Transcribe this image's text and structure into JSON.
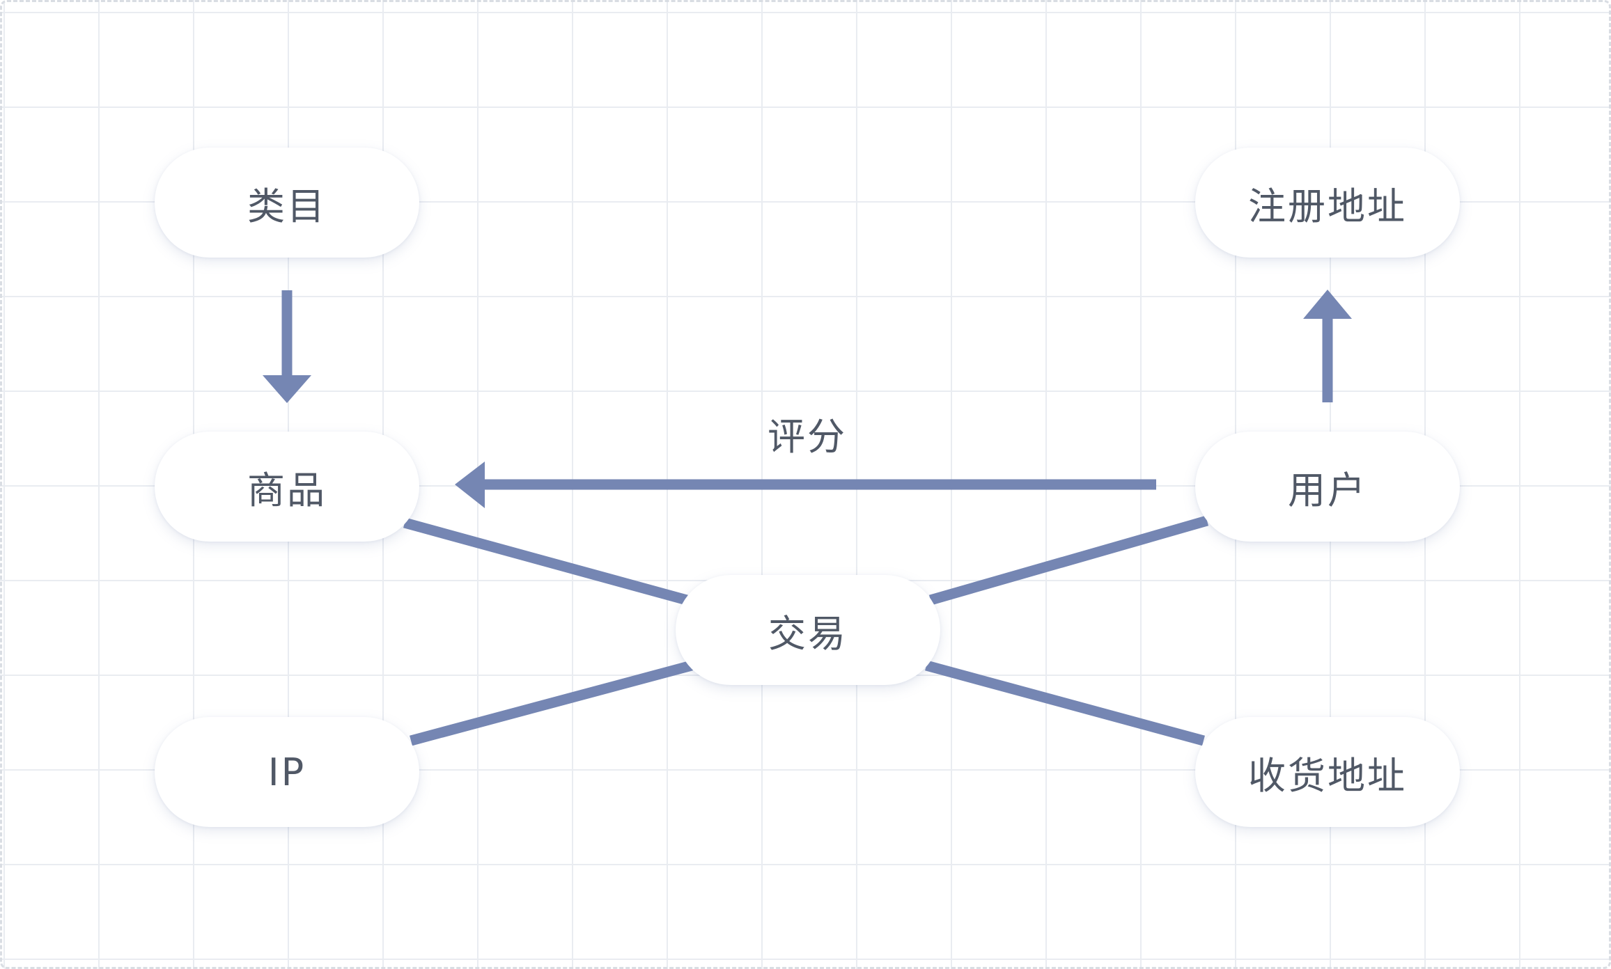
{
  "diagram": {
    "nodes": {
      "category": "类目",
      "registered_address": "注册地址",
      "product": "商品",
      "user": "用户",
      "transaction": "交易",
      "ip": "IP",
      "shipping_address": "收货地址"
    },
    "edge_labels": {
      "rating": "评分"
    },
    "colors": {
      "edge": "#7586b3",
      "node_text": "#505866",
      "grid": "#e9ecf1"
    }
  }
}
